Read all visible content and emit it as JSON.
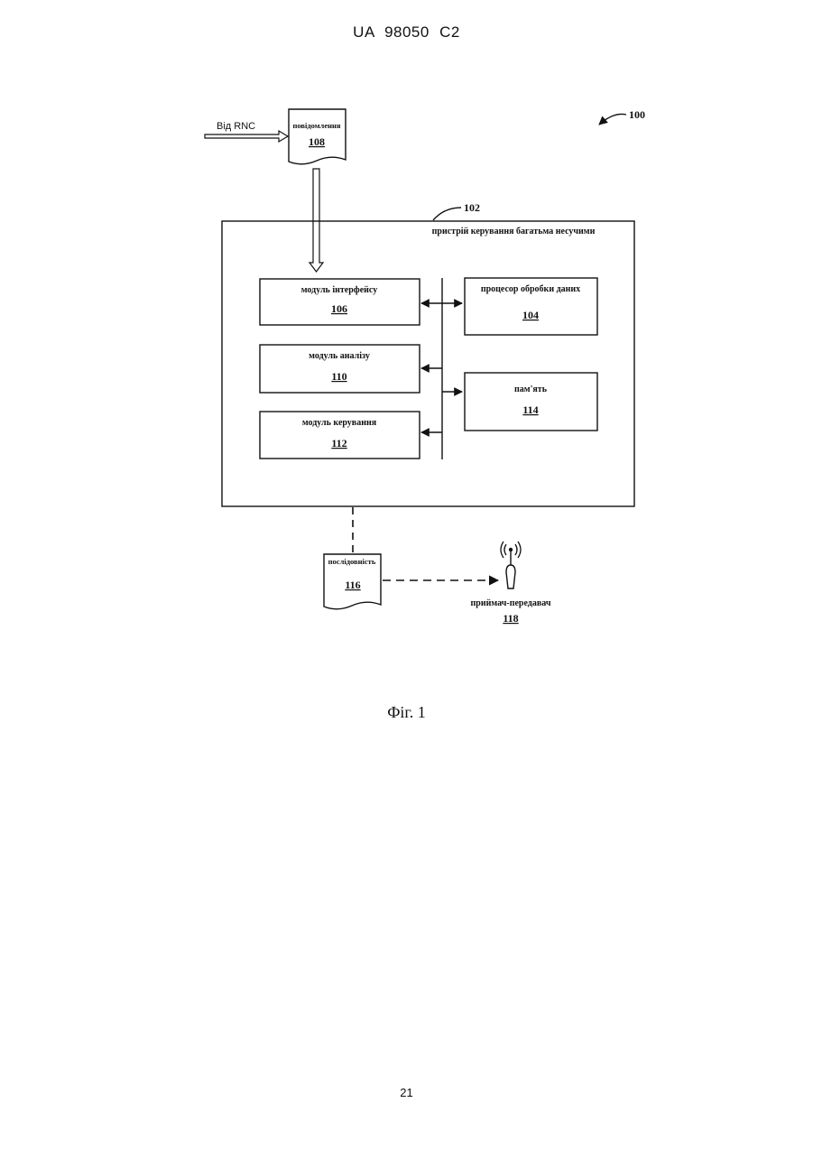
{
  "page": {
    "header": "UA 98050 C2",
    "page_number": "21",
    "figure_caption": "Фіг. 1"
  },
  "diagram": {
    "system_ref": "100",
    "device_ref": "102",
    "device_label": "пристрій керування багатьма несучими",
    "source_label": "Від RNC",
    "message": {
      "label": "повідомлення",
      "ref": "108"
    },
    "interface_module": {
      "label": "модуль інтерфейсу",
      "ref": "106"
    },
    "analysis_module": {
      "label": "модуль аналізу",
      "ref": "110"
    },
    "control_module": {
      "label": "модуль керування",
      "ref": "112"
    },
    "processor": {
      "label": "процесор обробки даних",
      "ref": "104"
    },
    "memory": {
      "label": "пам'ять",
      "ref": "114"
    },
    "sequence": {
      "label": "послідовність",
      "ref": "116"
    },
    "transceiver": {
      "label": "приймач-передавач",
      "ref": "118"
    }
  }
}
